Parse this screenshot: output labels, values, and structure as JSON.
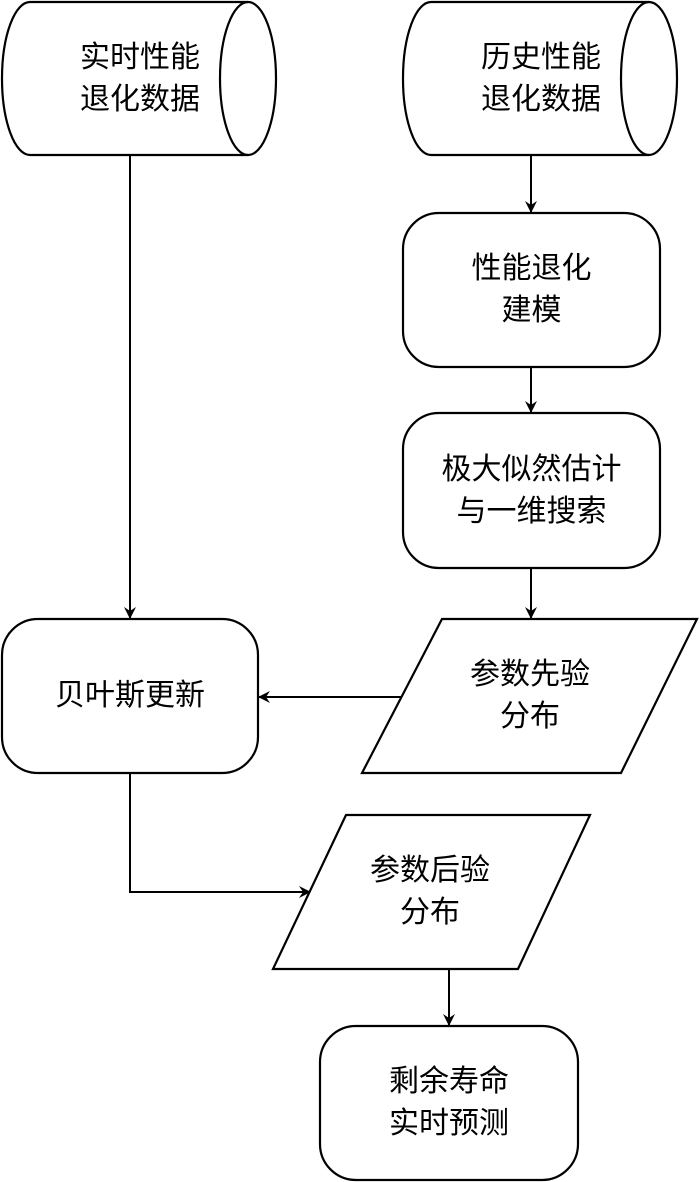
{
  "diagram": {
    "type": "flowchart",
    "nodes": [
      {
        "id": "realtime_data",
        "shape": "database-cylinder",
        "label": "实时性能\n退化数据"
      },
      {
        "id": "history_data",
        "shape": "database-cylinder",
        "label": "历史性能\n退化数据"
      },
      {
        "id": "degradation_model",
        "shape": "rounded-rectangle",
        "label": "性能退化\n建模"
      },
      {
        "id": "mle_search",
        "shape": "rounded-rectangle",
        "label": "极大似然估计\n与一维搜索"
      },
      {
        "id": "prior_dist",
        "shape": "parallelogram",
        "label": "参数先验\n分布"
      },
      {
        "id": "bayes_update",
        "shape": "rounded-rectangle",
        "label": "贝叶斯更新"
      },
      {
        "id": "posterior_dist",
        "shape": "parallelogram",
        "label": "参数后验\n分布"
      },
      {
        "id": "rul_prediction",
        "shape": "rounded-rectangle",
        "label": "剩余寿命\n实时预测"
      }
    ],
    "edges": [
      {
        "from": "history_data",
        "to": "degradation_model"
      },
      {
        "from": "degradation_model",
        "to": "mle_search"
      },
      {
        "from": "mle_search",
        "to": "prior_dist"
      },
      {
        "from": "prior_dist",
        "to": "bayes_update"
      },
      {
        "from": "realtime_data",
        "to": "bayes_update"
      },
      {
        "from": "bayes_update",
        "to": "posterior_dist"
      },
      {
        "from": "posterior_dist",
        "to": "rul_prediction"
      }
    ]
  }
}
